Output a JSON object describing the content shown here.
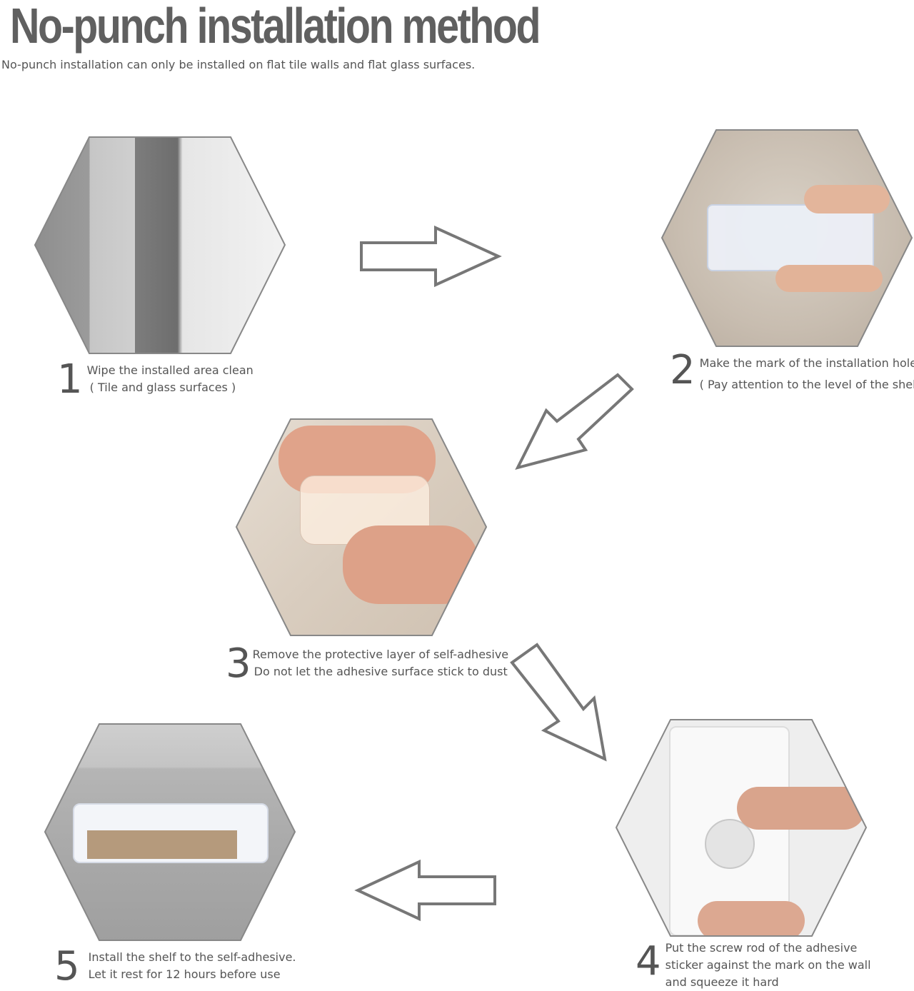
{
  "header": {
    "title": "No-punch installation method",
    "subtitle": "No-punch installation can only be installed on flat tile walls and flat glass surfaces."
  },
  "steps": [
    {
      "number": "1",
      "line1": "Wipe the installed area clean",
      "line2": "( Tile and glass surfaces )"
    },
    {
      "number": "2",
      "line1": "Make the mark of the installation hole",
      "line2": "( Pay attention to the level of the shelf )"
    },
    {
      "number": "3",
      "line1": "Remove the protective layer of self-adhesive",
      "line2": "Do not let the adhesive surface stick to dust"
    },
    {
      "number": "4",
      "line1": "Put the screw rod of the adhesive",
      "line2": "sticker against the mark on the wall",
      "line3": "and squeeze it hard"
    },
    {
      "number": "5",
      "line1": "Install the shelf to the self-adhesive.",
      "line2": "Let it rest for 12 hours before use"
    }
  ],
  "colors": {
    "text": "#555555",
    "outline": "#7a7a7a"
  }
}
